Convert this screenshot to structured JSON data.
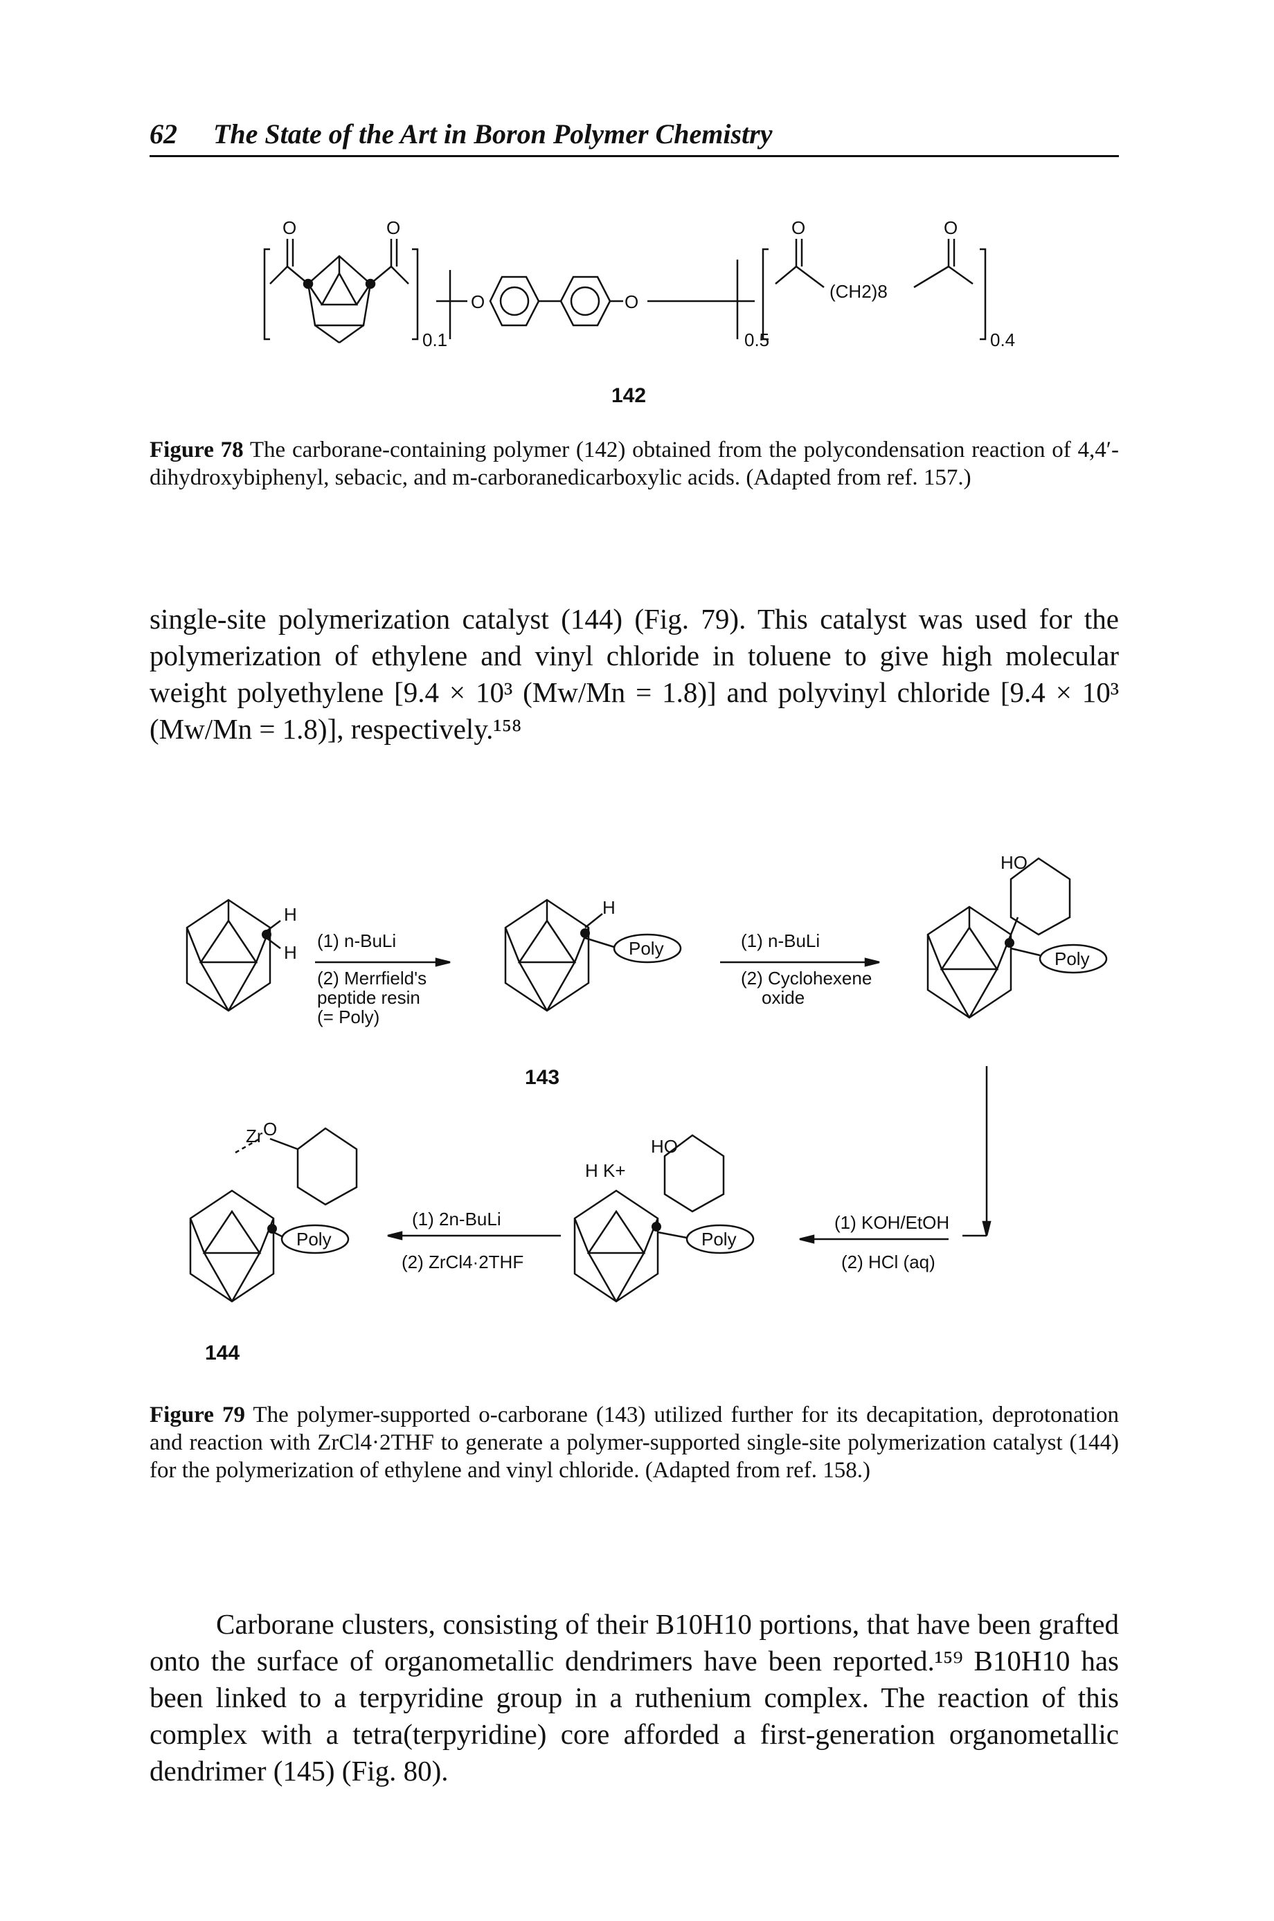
{
  "header": {
    "page_number": "62",
    "running_title": "The State of the Art in Boron Polymer Chemistry"
  },
  "figure78": {
    "compound_label": "142",
    "subscripts": [
      "0.1",
      "0.5",
      "0.4"
    ],
    "ch2_label": "(CH2)8",
    "caption_label": "Figure 78",
    "caption_text": "The carborane-containing polymer (142) obtained from the polycondensation reaction of 4,4′-dihydroxybiphenyl, sebacic, and m-carboranedicarboxylic acids. (Adapted from ref. 157.)"
  },
  "paragraph1": "single-site polymerization catalyst (144) (Fig. 79). This catalyst was used for the polymerization of ethylene and vinyl chloride in toluene to give high molecular weight polyethylene [9.4 × 10³ (Mw/Mn = 1.8)] and polyvinyl chloride [9.4 × 10³ (Mw/Mn = 1.8)], respectively.¹⁵⁸",
  "figure79": {
    "step1": [
      "(1) n-BuLi",
      "(2) Merrfield's",
      "peptide resin",
      "(= Poly)"
    ],
    "step2": [
      "(1) n-BuLi",
      "(2) Cyclohexene",
      "oxide"
    ],
    "step3": [
      "(1) KOH/EtOH",
      "(2) HCl (aq)"
    ],
    "step4": [
      "(1) 2n-BuLi",
      "(2) ZrCl4·2THF"
    ],
    "compound_143": "143",
    "compound_144": "144",
    "poly_label": "Poly",
    "caption_label": "Figure 79",
    "caption_text": "The polymer-supported o-carborane (143) utilized further for its decapitation, deprotonation and reaction with ZrCl4·2THF to generate a polymer-supported single-site polymerization catalyst (144) for the polymerization of ethylene and vinyl chloride. (Adapted from ref. 158.)"
  },
  "paragraph2": "Carborane clusters, consisting of their B10H10 portions, that have been grafted onto the surface of organometallic dendrimers have been reported.¹⁵⁹ B10H10 has been linked to a terpyridine group in a ruthenium complex. The reaction of this complex with a tetra(terpyridine) core afforded a first-generation organometallic dendrimer (145) (Fig. 80)."
}
